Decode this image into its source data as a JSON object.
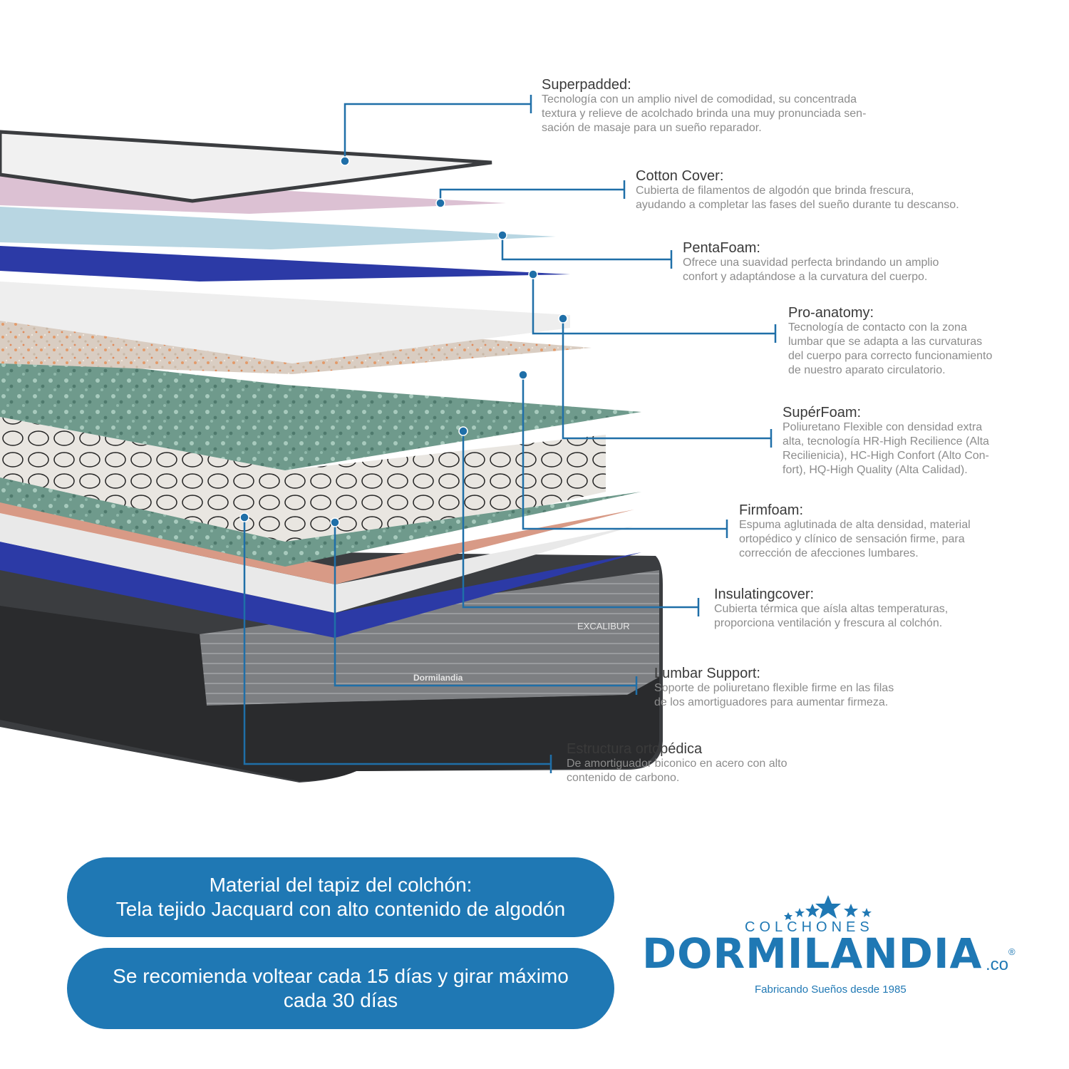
{
  "callouts": [
    {
      "title": "Superpadded:",
      "desc": "Tecnología con un amplio nivel de comodidad, su concentrada\ntextura y relieve de acolchado brinda una muy pronunciada sen-\nsación de masaje para un sueño reparador."
    },
    {
      "title": "Cotton Cover:",
      "desc": "Cubierta de filamentos de algodón que brinda frescura,\nayudando a completar las fases del sueño durante tu descanso."
    },
    {
      "title": "PentaFoam:",
      "desc": "Ofrece una suavidad perfecta brindando un amplio\nconfort y adaptándose a la curvatura del cuerpo."
    },
    {
      "title": "Pro-anatomy:",
      "desc": "Tecnología de contacto con la zona\nlumbar que se adapta a las curvaturas\ndel cuerpo para correcto funcionamiento\nde nuestro aparato circulatorio."
    },
    {
      "title": "SupérFoam:",
      "desc": "Poliuretano Flexible con densidad extra\nalta, tecnología HR-High Recilience (Alta\nRecilienicia), HC-High Confort (Alto Con-\nfort), HQ-High Quality (Alta Calidad)."
    },
    {
      "title": "Firmfoam:",
      "desc": "Espuma aglutinada de alta densidad, material\nortopédico y clínico de sensación firme, para\ncorrección de afecciones lumbares."
    },
    {
      "title": "Insulatingcover:",
      "desc": "Cubierta térmica que aísla altas temperaturas,\nproporciona ventilación y frescura al colchón."
    },
    {
      "title": "Lumbar Support:",
      "desc": "Soporte de poliuretano flexible firme en las filas\nde los amortiguadores para aumentar firmeza."
    },
    {
      "title": "Estructura ortopédica",
      "desc": "De amortiguador biconico en acero con alto\ncontenido de carbono."
    }
  ],
  "mattress_labels": {
    "model": "EXCALIBUR",
    "brand": "Dormilandia"
  },
  "pills": {
    "material": {
      "line1": "Material del tapiz del colchón:",
      "line2": "Tela tejido Jacquard con alto contenido de algodón"
    },
    "care": {
      "line1": "Se recomienda voltear cada 15 días y girar máximo",
      "line2": "cada 30 días"
    }
  },
  "logo": {
    "prefix": "COLCHONES",
    "name": "DORMILANDIA",
    "suffix": ".co",
    "registered": "®",
    "tagline": "Fabricando Sueños desde 1985"
  },
  "colors": {
    "accent": "#1f78b4",
    "leader": "#1f6fa8",
    "title": "#3a3a3a",
    "desc": "#8c8c8c"
  }
}
